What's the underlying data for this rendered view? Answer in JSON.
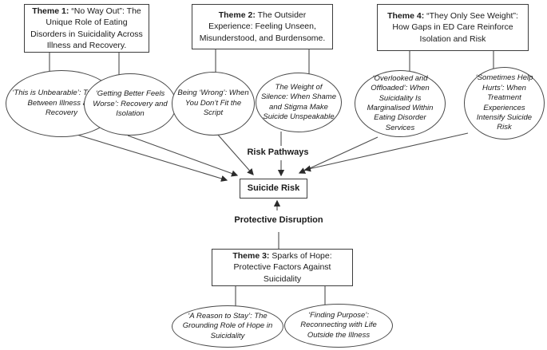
{
  "themes": {
    "t1": {
      "label": "Theme 1:",
      "text": "“No Way Out”: The Unique Role of Eating Disorders in Suicidality Across Illness and Recovery."
    },
    "t2": {
      "label": "Theme 2:",
      "text": "The Outsider Experience: Feeling Unseen, Misunderstood, and Burdensome."
    },
    "t4": {
      "label": "Theme 4:",
      "text": "“They Only See Weight”: How Gaps in ED Care Reinforce Isolation and Risk"
    },
    "t3": {
      "label": "Theme 3:",
      "text": "Sparks of Hope: Protective Factors Against Suicidality"
    }
  },
  "subthemes": {
    "s1": "‘This is Unbearable’: Trapped Between Illness and Recovery",
    "s2": "‘Getting Better Feels Worse’: Recovery and Isolation",
    "s3": "Being ‘Wrong’: When You Don’t Fit the Script",
    "s4": "The Weight of Silence: When Shame and Stigma Make Suicide Unspeakable",
    "s5": "‘Overlooked and Offloaded’: When Suicidality Is Marginalised Within Eating Disorder Services",
    "s6": "‘Sometimes Help Hurts’: When Treatment Experiences Intensify Suicide Risk",
    "p1": "‘A Reason to Stay’: The Grounding Role of Hope in Suicidality",
    "p2": "‘Finding Purpose’: Reconnecting with Life Outside the Illness"
  },
  "labels": {
    "risk_pathways": "Risk Pathways",
    "suicide_risk": "Suicide Risk",
    "protective_disruption": "Protective Disruption"
  },
  "colors": {
    "line": "#4d4d4d",
    "arrowhead": "#2b2b2b",
    "border": "#3d3d3d",
    "text": "#1a1a1a",
    "background": "#ffffff"
  }
}
